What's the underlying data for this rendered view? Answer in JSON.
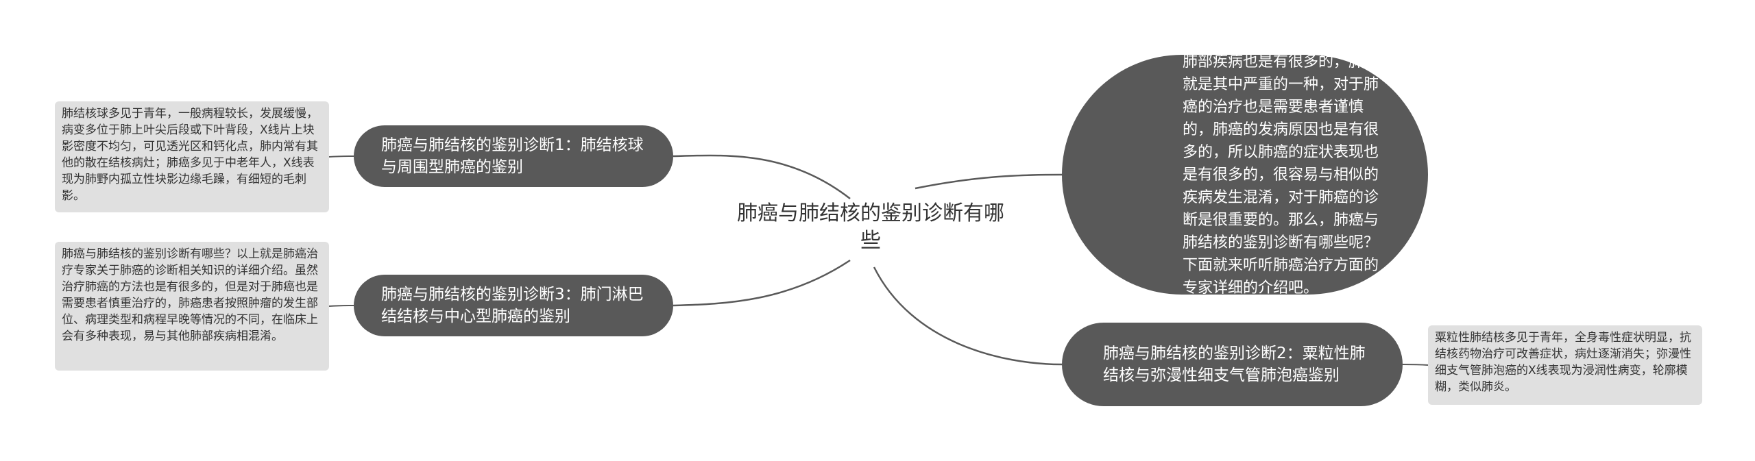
{
  "center": {
    "title": "肺癌与肺结核的鉴别诊断有哪些"
  },
  "branches": {
    "b1": {
      "label": "肺癌与肺结核的鉴别诊断1：肺结核球与周围型肺癌的鉴别"
    },
    "b3": {
      "label": "肺癌与肺结核的鉴别诊断3：肺门淋巴结结核与中心型肺癌的鉴别"
    },
    "b2": {
      "label": "肺癌与肺结核的鉴别诊断2：粟粒性肺结核与弥漫性细支气管肺泡癌鉴别"
    },
    "intro": {
      "label": "肺部疾病也是有很多的，肺癌就是其中严重的一种，对于肺癌的治疗也是需要患者谨慎的，肺癌的发病原因也是有很多的，所以肺癌的症状表现也是有很多的，很容易与相似的疾病发生混淆，对于肺癌的诊断是很重要的。那么，肺癌与肺结核的鉴别诊断有哪些呢？下面就来听听肺癌治疗方面的专家详细的介绍吧。"
    }
  },
  "leaves": {
    "l1": {
      "text": "肺结核球多见于青年，一般病程较长，发展缓慢，病变多位于肺上叶尖后段或下叶背段，X线片上块影密度不均匀，可见透光区和钙化点，肺内常有其他的散在结核病灶；肺癌多见于中老年人，X线表现为肺野内孤立性块影边缘毛躁，有细短的毛刺影。"
    },
    "l3": {
      "text": "肺癌与肺结核的鉴别诊断有哪些？以上就是肺癌治疗专家关于肺癌的诊断相关知识的详细介绍。虽然治疗肺癌的方法也是有很多的，但是对于肺癌也是需要患者慎重治疗的，肺癌患者按照肿瘤的发生部位、病理类型和病程早晚等情况的不同，在临床上会有多种表现，易与其他肺部疾病相混淆。"
    },
    "l2": {
      "text": "粟粒性肺结核多见于青年，全身毒性症状明显，抗结核药物治疗可改善症状，病灶逐渐消失；弥漫性细支气管肺泡癌的X线表现为浸润性病变，轮廓模糊，类似肺炎。"
    }
  },
  "colors": {
    "branch_fill": "#595959",
    "leaf_fill": "#e0e0e0",
    "connector": "#595959",
    "text_dark": "#333333",
    "text_light": "#ffffff"
  }
}
